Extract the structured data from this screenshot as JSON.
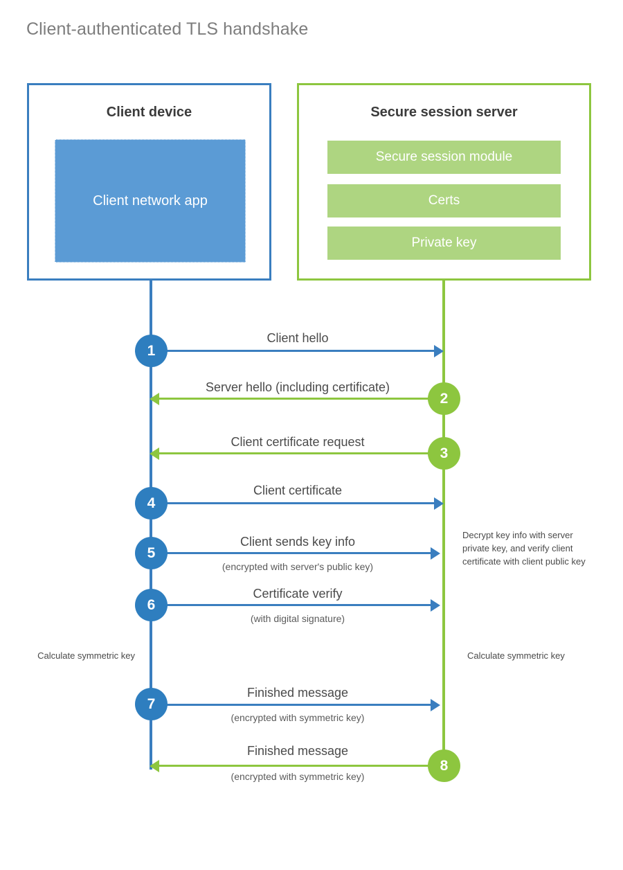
{
  "diagram": {
    "title": "Client-authenticated TLS handshake",
    "colors": {
      "client_blue": "#3a7ebf",
      "client_fill": "#5b9bd5",
      "server_green": "#8dc63f",
      "server_fill": "#aed581",
      "text_dark": "#3b3b3b",
      "text_body": "#4a4a4a",
      "title_gray": "#7d7d7d"
    }
  },
  "client_box": {
    "title": "Client device",
    "app_label": "Client network app"
  },
  "server_box": {
    "title": "Secure session server",
    "modules": [
      {
        "label": "Secure session module"
      },
      {
        "label": "Certs"
      },
      {
        "label": "Private key"
      }
    ]
  },
  "steps": [
    {
      "number": "1",
      "label": "Client hello",
      "sub": "",
      "direction": "client-to-server",
      "origin": "client"
    },
    {
      "number": "2",
      "label": "Server hello (including certificate)",
      "sub": "",
      "direction": "server-to-client",
      "origin": "server"
    },
    {
      "number": "3",
      "label": "Client certificate request",
      "sub": "",
      "direction": "server-to-client",
      "origin": "server"
    },
    {
      "number": "4",
      "label": "Client certificate",
      "sub": "",
      "direction": "client-to-server",
      "origin": "client"
    },
    {
      "number": "5",
      "label": "Client sends key info",
      "sub": "(encrypted with server's public key)",
      "direction": "client-to-server",
      "origin": "client"
    },
    {
      "number": "6",
      "label": "Certificate verify",
      "sub": "(with digital signature)",
      "direction": "client-to-server",
      "origin": "client"
    },
    {
      "number": "7",
      "label": "Finished message",
      "sub": "(encrypted with symmetric key)",
      "direction": "client-to-server",
      "origin": "client"
    },
    {
      "number": "8",
      "label": "Finished message",
      "sub": "(encrypted with symmetric key)",
      "direction": "server-to-client",
      "origin": "server"
    }
  ],
  "notes": {
    "server_decrypt": "Decrypt key info with server private key, and verify client certificate with client public key",
    "client_calculate": "Calculate symmetric key",
    "server_calculate": "Calculate symmetric key"
  }
}
